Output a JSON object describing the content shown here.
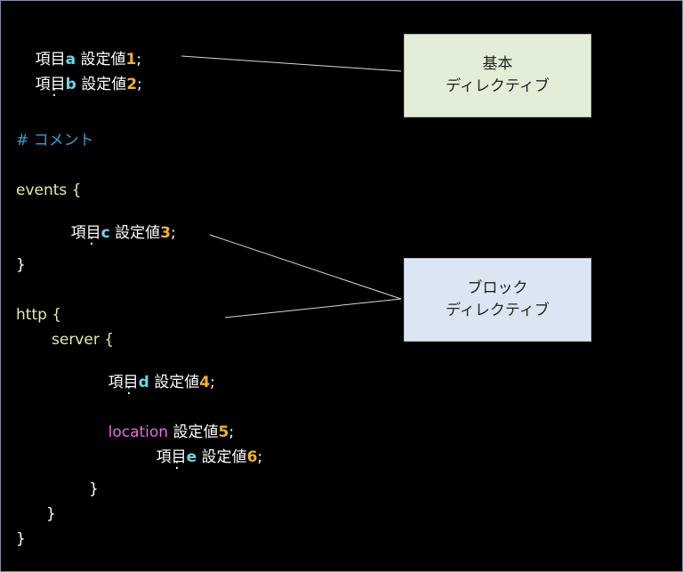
{
  "code": {
    "line1": {
      "prefix": "項目",
      "key": "a",
      "mid": " 設定値",
      "num": "1",
      "suffix": ";"
    },
    "line2": {
      "prefix": "項目",
      "key": "b",
      "mid": " 設定値",
      "num": "2",
      "suffix": ";"
    },
    "ellipsis1": ":",
    "comment": "# コメント",
    "events_open": "events {",
    "line3": {
      "prefix": "項目",
      "key": "c",
      "mid": " 設定値",
      "num": "3",
      "suffix": ";"
    },
    "ellipsis2": ":",
    "events_close": "}",
    "http_open": "http {",
    "server_open": "server {",
    "line4": {
      "prefix": "項目",
      "key": "d",
      "mid": " 設定値",
      "num": "4",
      "suffix": ";"
    },
    "ellipsis3": ":",
    "location": {
      "kw": "location",
      "mid": " 設定値",
      "num": "5",
      "suffix": ";"
    },
    "line6": {
      "prefix": "項目",
      "key": "e",
      "mid": " 設定値",
      "num": "6",
      "suffix": ";"
    },
    "ellipsis4": ":",
    "location_close": "}",
    "server_close": "}",
    "http_close": "}"
  },
  "labels": {
    "basic": {
      "line1": "基本",
      "line2": "ディレクティブ"
    },
    "block": {
      "line1": "ブロック",
      "line2": "ディレクティブ"
    }
  },
  "colors": {
    "background": "#000000",
    "key": "#6fd6e6",
    "number": "#f2b134",
    "keyword": "#ece8a6",
    "location": "#e56ce0",
    "comment": "#3c9bd8",
    "basic_box": "#e3eed9",
    "block_box": "#dce6f3"
  }
}
